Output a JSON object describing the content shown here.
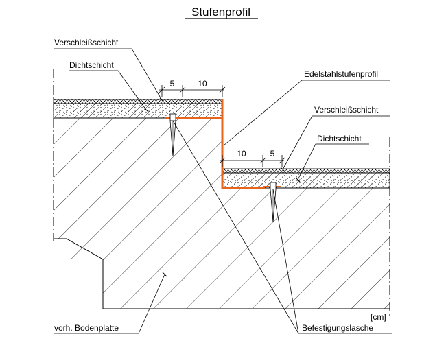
{
  "title": "Stufenprofil",
  "labels": {
    "upper_wear_layer": "Verschleißschicht",
    "upper_seal_layer": "Dichtschicht",
    "profile": "Edelstahlstufenprofil",
    "lower_wear_layer": "Verschleißschicht",
    "lower_seal_layer": "Dichtschicht",
    "base_slab": "vorh. Bodenplatte",
    "fixing_tab": "Befestigungslasche",
    "unit": "[cm]"
  },
  "dimensions": {
    "upper_first": "5",
    "upper_second": "10",
    "lower_first": "10",
    "lower_second": "5"
  },
  "colors": {
    "profile": "#e8651e",
    "lines": "#000000"
  }
}
